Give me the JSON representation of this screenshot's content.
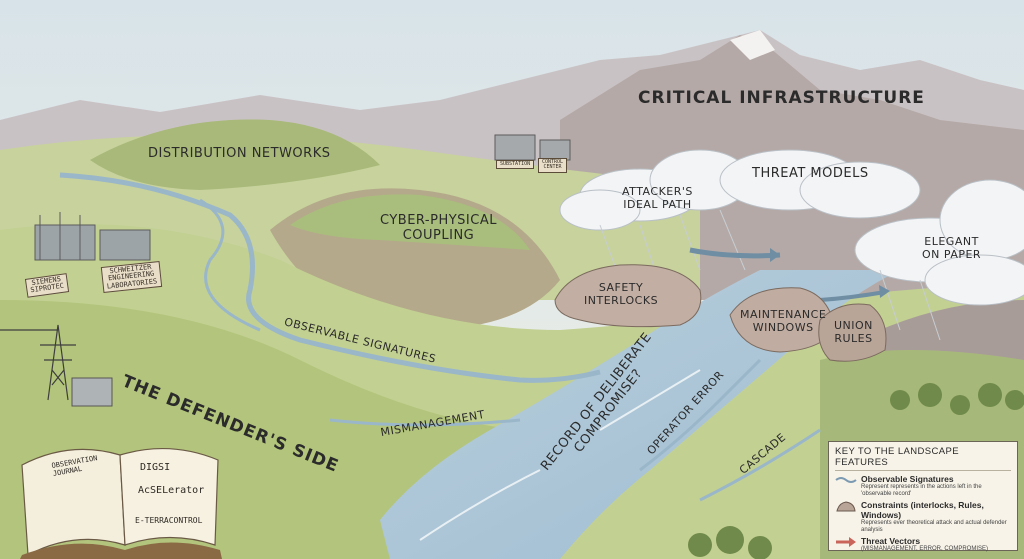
{
  "labels": {
    "critical_infrastructure": "CRITICAL INFRASTRUCTURE",
    "distribution_networks": "DISTRIBUTION NETWORKS",
    "cyber_physical_coupling": "CYBER-PHYSICAL\nCOUPLING",
    "threat_models": "THREAT MODELS",
    "attackers_ideal_path": "ATTACKER'S\nIDEAL PATH",
    "elegant_on_paper": "ELEGANT\nON PAPER",
    "safety_interlocks": "SAFETY\nINTERLOCKS",
    "maintenance_windows": "MAINTENANCE\nWINDOWS",
    "union_rules": "UNION\nRULES",
    "observable_signatures": "OBSERVABLE SIGNATURES",
    "record_of_compromise": "RECORD OF DELIBERATE\nCOMPROMISE?",
    "operator_error": "OPERATOR ERROR",
    "mismanagement": "MISMANAGEMENT",
    "cascade": "CASCADE",
    "defenders_side": "THE DEFENDER'S SIDE"
  },
  "signs": {
    "siemens": "SIEMENS\nSIPROTEC",
    "schweitzer": "SCHWEITZER\nENGINEERING\nLABORATORIES",
    "station_left": "SUBSTATION",
    "station_right": "CONTROL\nCENTER"
  },
  "journal": {
    "title": "OBSERVATION\nJOURNAL",
    "entry1": "DIGSI",
    "entry2": "AcSELerator",
    "entry3": "E-TERRACONTROL"
  },
  "legend": {
    "title": "KEY TO THE LANDSCAPE FEATURES",
    "items": [
      {
        "title": "Observable Signatures",
        "desc": "Represent represents in the actions left in the 'observable record'"
      },
      {
        "title": "Constraints (interlocks, Rules, Windows)",
        "desc": "Represents ever theoretical attack and actual defender analysis"
      },
      {
        "title": "Threat Vectors",
        "desc": "(MISMANAGEMENT, ERROR, COMPROMISE)"
      }
    ]
  },
  "colors": {
    "sky": "#dfe7ea",
    "river": "#a9c3d6",
    "hills": "#b9c98a",
    "mountains": "#b8aaa5",
    "threat_arrow": "#c9655a"
  }
}
